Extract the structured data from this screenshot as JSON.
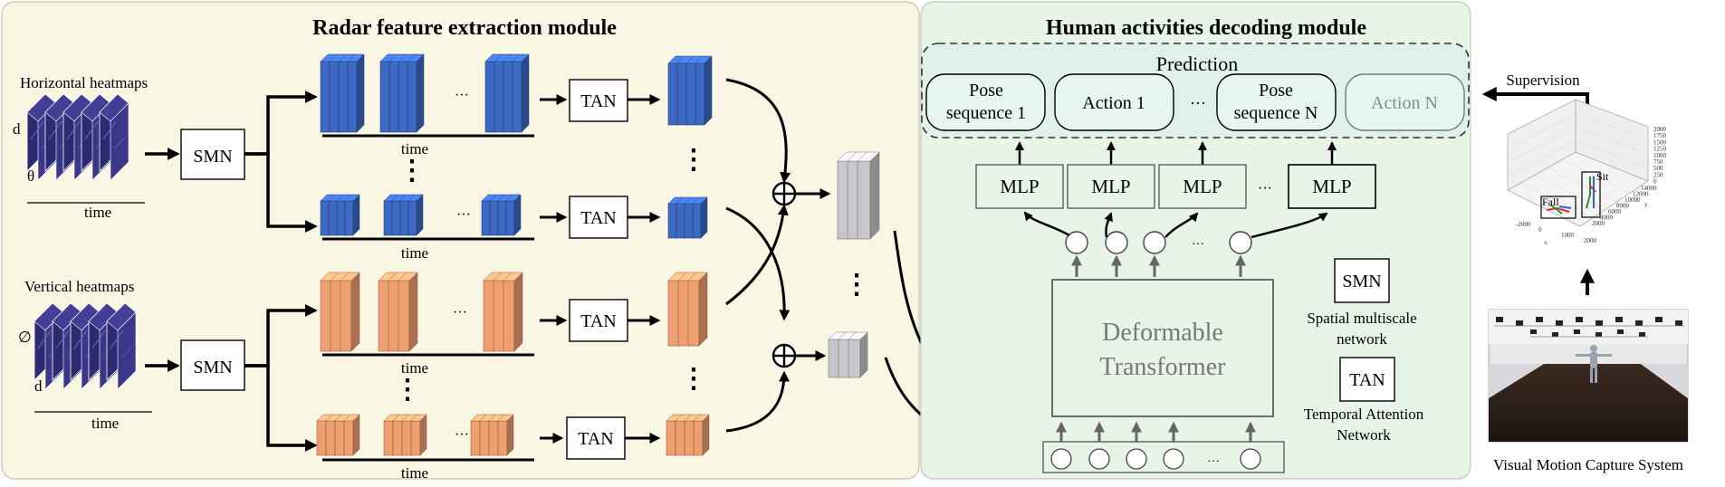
{
  "left_panel": {
    "title": "Radar feature extraction module",
    "horizontal_label": "Horizontal heatmaps",
    "vertical_label": "Vertical heatmaps",
    "axis_d": "d",
    "axis_theta": "θ",
    "axis_phi": "∅",
    "axis_time": "time",
    "smn": "SMN",
    "tan": "TAN",
    "time": "time",
    "ellipsis": "···",
    "vdots": "⋮"
  },
  "right_panel": {
    "title": "Human activities decoding module",
    "prediction_title": "Prediction",
    "predictions": [
      {
        "line1": "Pose",
        "line2": "sequence 1"
      },
      {
        "line1": "Action 1",
        "line2": ""
      },
      {
        "line1": "Pose",
        "line2": "sequence N"
      },
      {
        "line1": "Action N",
        "line2": ""
      }
    ],
    "pred_ellipsis": "···",
    "mlp": "MLP",
    "mlp_ellipsis": "···",
    "query_ellipsis": "···",
    "transformer_line1": "Deformable",
    "transformer_line2": "Transformer",
    "token_ellipsis": "···"
  },
  "legend": {
    "smn_abbr": "SMN",
    "smn_line1": "Spatial multiscale",
    "smn_line2": "network",
    "tan_abbr": "TAN",
    "tan_line1": "Temporal Attention",
    "tan_line2": "Network"
  },
  "capture": {
    "supervision": "Supervision",
    "caption": "Visual Motion Capture System",
    "plot_labels": {
      "sit": "Sit",
      "fall": "Fall"
    },
    "z_ticks": [
      "2000",
      "1750",
      "1500",
      "1250",
      "1000",
      "750",
      "500",
      "250",
      "0"
    ],
    "y_ticks": [
      "14000",
      "12000",
      "10000",
      "8000",
      "6000",
      "4000",
      "2000"
    ],
    "x_ticks": [
      "-2000",
      "0",
      "1000",
      "2000"
    ],
    "axis_x": "x",
    "axis_y": "y"
  },
  "colors": {
    "left_bg": "#faf6e4",
    "right_bg": "#e8f4e8",
    "blue": "#3d6ac4",
    "orange": "#f0a070",
    "gray": "#c8c8cc"
  }
}
